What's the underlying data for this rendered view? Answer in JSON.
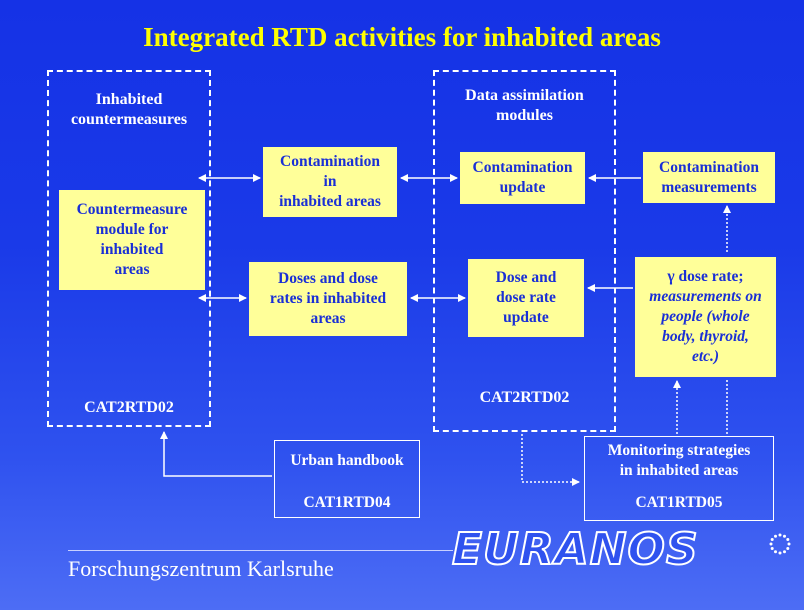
{
  "title": "Integrated RTD activities for inhabited areas",
  "left_group": {
    "label_line1": "Inhabited",
    "label_line2": "countermeasures",
    "code": "CAT2RTD02"
  },
  "right_group": {
    "label_line1": "Data assimilation",
    "label_line2": "modules",
    "code": "CAT2RTD02"
  },
  "boxes": {
    "countermeasure": [
      "Countermeasure",
      "module for",
      "inhabited",
      "areas"
    ],
    "contamination_inhabited": [
      "Contamination",
      "in",
      "inhabited areas"
    ],
    "doses_inhabited": [
      "Doses and dose",
      "rates in inhabited",
      "areas"
    ],
    "contamination_update": [
      "Contamination",
      "update"
    ],
    "dose_update": [
      "Dose and",
      "dose rate",
      "update"
    ],
    "contamination_measurements": [
      "Contamination",
      "measurements"
    ],
    "gamma_dose": {
      "line1": "γ dose rate;",
      "line2": "measurements on",
      "line3": "people (whole",
      "line4": "body, thyroid,",
      "line5": "etc.)"
    }
  },
  "urban": {
    "label": "Urban handbook",
    "code": "CAT1RTD04"
  },
  "monitoring": {
    "line1": "Monitoring strategies",
    "line2": "in inhabited areas",
    "code": "CAT1RTD05"
  },
  "footer": "Forschungszentrum Karlsruhe",
  "logo": "EURANOS",
  "colors": {
    "background": "#1a3ae8",
    "title": "#ffff00",
    "box_fill": "#ffff99",
    "box_text": "#1a2fd6"
  }
}
